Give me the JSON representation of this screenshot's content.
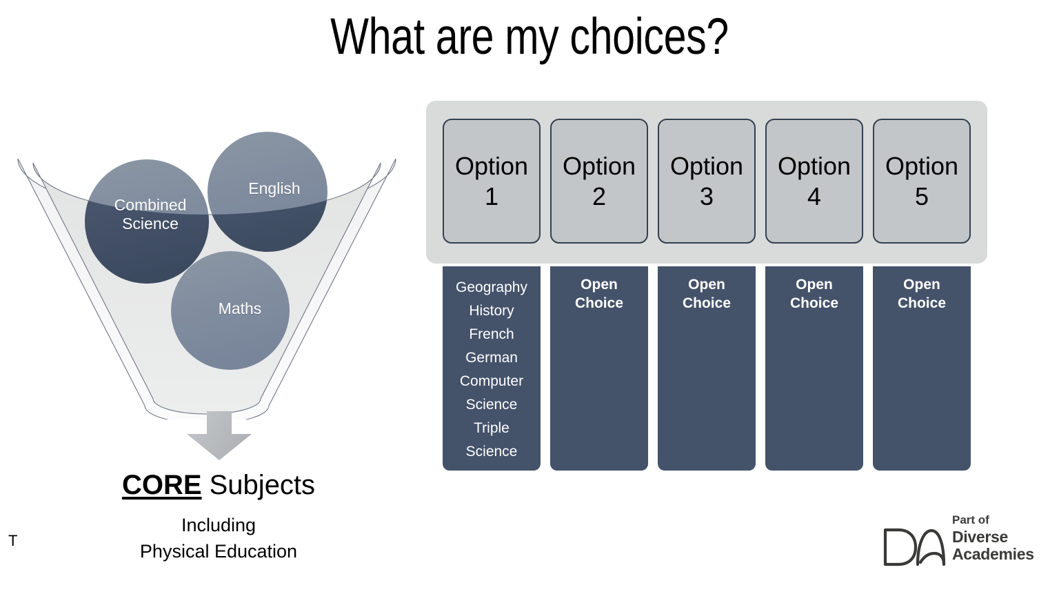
{
  "slide": {
    "title": "What are my choices?",
    "stray_letter": "T"
  },
  "funnel": {
    "circles": [
      {
        "name": "combined-science",
        "label_line1": "Combined",
        "label_line2": "Science",
        "color": "#4b5770"
      },
      {
        "name": "english",
        "label_line1": "English",
        "label_line2": "",
        "color": "#44526a"
      },
      {
        "name": "maths",
        "label_line1": "Maths",
        "label_line2": "",
        "color": "#808c9b"
      }
    ],
    "arrow_color": "#b6babe",
    "core_heading_bold": "CORE",
    "core_heading_rest": " Subjects",
    "core_sub_line1": "Including",
    "core_sub_line2": "Physical Education"
  },
  "options": {
    "panel_color": "#d9dada",
    "box_color": "#c3c6c8",
    "column_color": "#44526a",
    "boxes": [
      {
        "word": "Option",
        "number": "1"
      },
      {
        "word": "Option",
        "number": "2"
      },
      {
        "word": "Option",
        "number": "3"
      },
      {
        "word": "Option",
        "number": "4"
      },
      {
        "word": "Option",
        "number": "5"
      }
    ],
    "columns": [
      {
        "open_choice": false,
        "items": [
          "Geography",
          "History",
          "French",
          "German",
          "Computer",
          "Science",
          "Triple",
          "Science"
        ]
      },
      {
        "open_choice": true,
        "items": [
          "Open",
          "Choice"
        ]
      },
      {
        "open_choice": true,
        "items": [
          "Open",
          "Choice"
        ]
      },
      {
        "open_choice": true,
        "items": [
          "Open",
          "Choice"
        ]
      },
      {
        "open_choice": true,
        "items": [
          "Open",
          "Choice"
        ]
      }
    ]
  },
  "logo": {
    "monogram": "DA",
    "part_of": "Part of",
    "name_line1": "Diverse",
    "name_line2": "Academies"
  }
}
